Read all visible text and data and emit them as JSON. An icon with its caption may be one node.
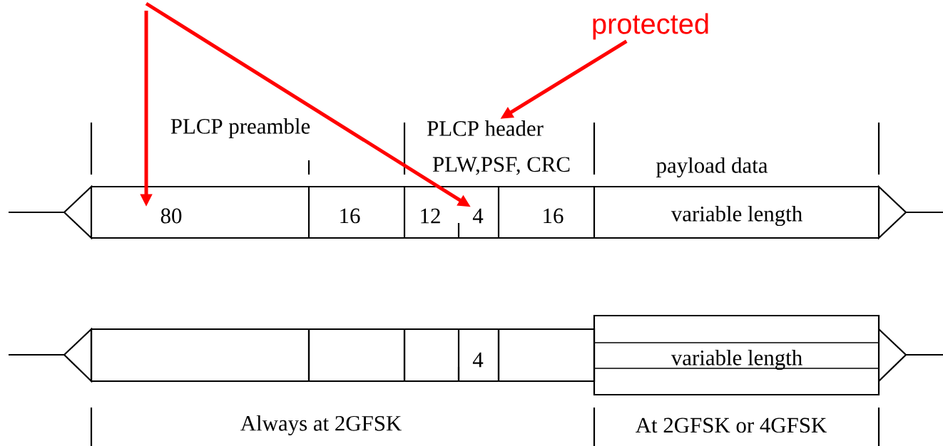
{
  "diagram": {
    "nodes": [
      {
        "text": [
          "protected"
        ]
      },
      {
        "text": [
          "PLCP header"
        ]
      },
      {
        "text": [
          "80"
        ]
      },
      {
        "text": [
          "16"
        ]
      },
      {
        "text": [
          "12"
        ]
      },
      {
        "text": [
          "4"
        ]
      },
      {
        "text": [
          "16"
        ]
      },
      {
        "text": [
          "variable length"
        ]
      },
      {
        "text": [],
        "shape": "box"
      },
      {
        "text": [],
        "shape": "box"
      },
      {
        "text": [],
        "shape": "box"
      },
      {
        "text": [
          "4"
        ]
      },
      {
        "text": [],
        "shape": "box"
      },
      {
        "text": [
          "variable length"
        ]
      }
    ],
    "edges": [
      {
        "from": null,
        "to": 2,
        "arrow": "to"
      },
      {
        "from": null,
        "to": 5,
        "arrow": "to"
      },
      {
        "from": 0,
        "to": 1,
        "arrow": "to"
      }
    ],
    "labels": [
      "PLCP preamble",
      "PLW,PSF, CRC",
      "payload data",
      "Always at 2GFSK",
      "At 2GFSK or 4GFSK"
    ]
  }
}
